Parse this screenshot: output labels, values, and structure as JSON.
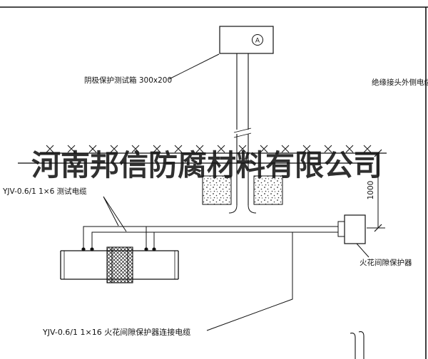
{
  "watermark": "河南邦信防腐材料有限公司",
  "labels": {
    "test_box": "阴极保护测试箱 300x200",
    "insulated_joint_cable": "绝缘接头外侧电缆",
    "test_cable": "YJV-0.6/1 1×6  测试电缆",
    "spark_gap_protector": "火花间隙保护器",
    "protector_cable": "YJV-0.6/1 1×16  火花间隙保护器连接电缆",
    "dimension_depth": "1000"
  },
  "symbols": {
    "meter": "A"
  },
  "colors": {
    "line": "#111111",
    "background": "#ffffff"
  }
}
